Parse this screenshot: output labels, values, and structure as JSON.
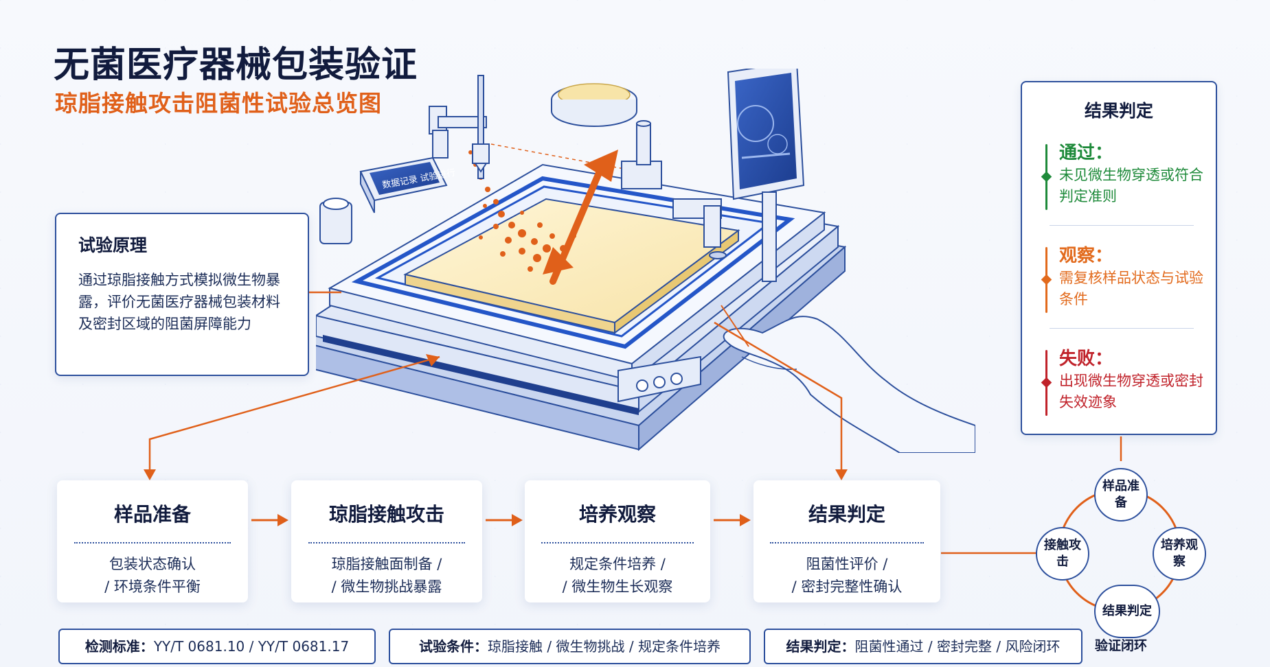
{
  "header": {
    "title": "无菌医疗器械包装验证",
    "subtitle": "琼脂接触攻击阻菌性试验总览图"
  },
  "principle": {
    "title": "试验原理",
    "text": "通过琼脂接触方式模拟微生物暴露，评价无菌医疗器械包装材料及密封区域的阻菌屏障能力"
  },
  "result_panel": {
    "title": "结果判定",
    "items": [
      {
        "label": "通过：",
        "desc": "未见微生物穿透或符合判定准则",
        "color": "#1e8a3a"
      },
      {
        "label": "观察：",
        "desc": "需复核样品状态与试验条件",
        "color": "#e26a1c"
      },
      {
        "label": "失败：",
        "desc": "出现微生物穿透或密封失效迹象",
        "color": "#c0222a"
      }
    ]
  },
  "process": [
    {
      "title": "样品准备",
      "desc1": "包装状态确认",
      "desc2": "/ 环境条件平衡"
    },
    {
      "title": "琼脂接触攻击",
      "desc1": "琼脂接触面制备 /",
      "desc2": "/ 微生物挑战暴露"
    },
    {
      "title": "培养观察",
      "desc1": "规定条件培养 /",
      "desc2": "/ 微生物生长观察"
    },
    {
      "title": "结果判定",
      "desc1": "阻菌性评价 /",
      "desc2": "/ 密封完整性确认"
    }
  ],
  "bottom": [
    {
      "label": "检测标准：",
      "value": "YY/T 0681.10 / YY/T 0681.17"
    },
    {
      "label": "试验条件：",
      "value": "琼脂接触 / 微生物挑战 / 规定条件培养"
    },
    {
      "label": "结果判定：",
      "value": "阻菌性通过 / 密封完整 / 风险闭环"
    }
  ],
  "cycle": {
    "nodes": [
      "样品准备",
      "培养观察",
      "结果判定",
      "接触攻击"
    ],
    "label": "验证闭环"
  },
  "device": {
    "sign_text": "数据记录 试验进行"
  },
  "colors": {
    "accent": "#e0601a",
    "primary": "#2c4f9c",
    "pass": "#1e8a3a",
    "warn": "#e26a1c",
    "fail": "#c0222a"
  }
}
